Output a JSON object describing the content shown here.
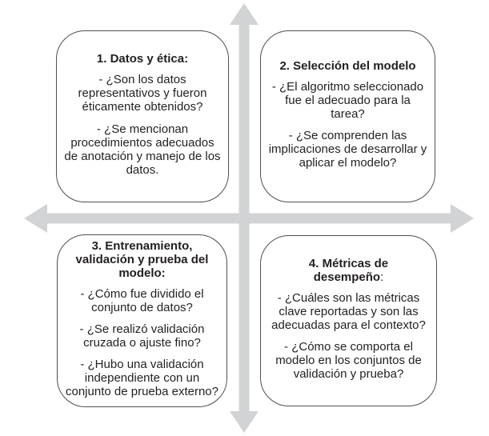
{
  "colors": {
    "arrow": "#d1d3d4",
    "box_border": "#4f4f51",
    "text": "#231f20",
    "background": "#ffffff"
  },
  "diagram": {
    "type": "quadrant-cross",
    "quadrants": [
      {
        "title": "1. Datos y ética:",
        "title_suffix": "",
        "bullets": [
          "- ¿Son los datos representativos y fueron éticamente obtenidos?",
          "- ¿Se mencionan procedimientos adecuados de anotación y manejo de los datos."
        ]
      },
      {
        "title": "2. Selección del modelo",
        "title_suffix": "",
        "bullets": [
          "- ¿El algoritmo seleccionado fue el adecuado para la tarea?",
          "- ¿Se comprenden las implicaciones de desarrollar y aplicar el modelo?"
        ]
      },
      {
        "title": "3. Entrenamiento,\nvalidación y prueba del\nmodelo:",
        "title_suffix": "",
        "bullets": [
          "- ¿Cómo fue dividido el conjunto de datos?",
          "- ¿Se realizó validación cruzada o ajuste fino?",
          "- ¿Hubo una validación independiente con un conjunto de prueba externo?"
        ]
      },
      {
        "title": "4. Métricas de\ndesempeño",
        "title_suffix": ":",
        "bullets": [
          "- ¿Cuáles son las métricas clave reportadas y son las adecuadas para el contexto?",
          "- ¿Cómo se comporta el modelo en los conjuntos de validación y prueba?"
        ]
      }
    ]
  }
}
